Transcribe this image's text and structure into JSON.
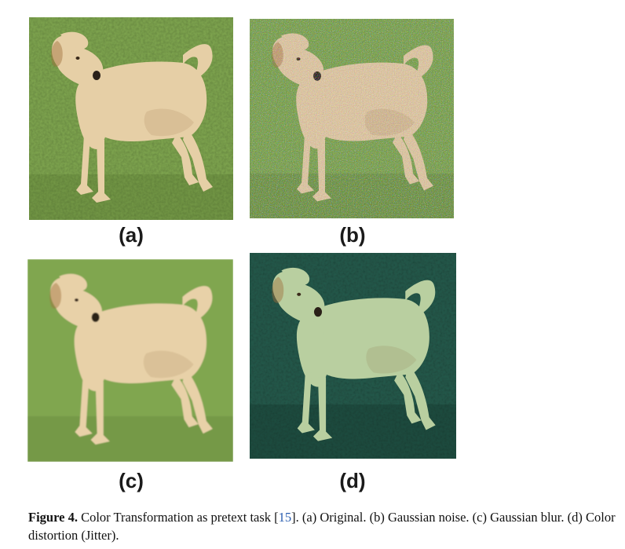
{
  "figure": {
    "panels": [
      {
        "id": "a",
        "label": "(a)",
        "variant": "original",
        "icon": "dog-photo"
      },
      {
        "id": "b",
        "label": "(b)",
        "variant": "gaussian-noise",
        "icon": "dog-photo"
      },
      {
        "id": "c",
        "label": "(c)",
        "variant": "gaussian-blur",
        "icon": "dog-photo"
      },
      {
        "id": "d",
        "label": "(d)",
        "variant": "color-jitter",
        "icon": "dog-photo"
      }
    ],
    "caption": {
      "prefix": "Figure 4.",
      "text_before_ref": "Color Transformation as pretext task [",
      "ref": "15",
      "text_after_ref": "]. (a) Original. (b) Gaussian noise. (c) Gaussian blur. (d) Color distortion (Jitter)."
    },
    "colors": {
      "grass": "#7da34e",
      "grass_dark_jitter": "#24584a",
      "dog_fur": "#e6cfa6",
      "dog_fur_jitter": "#b9cfa0",
      "ref_link": "#2a5db0"
    }
  }
}
